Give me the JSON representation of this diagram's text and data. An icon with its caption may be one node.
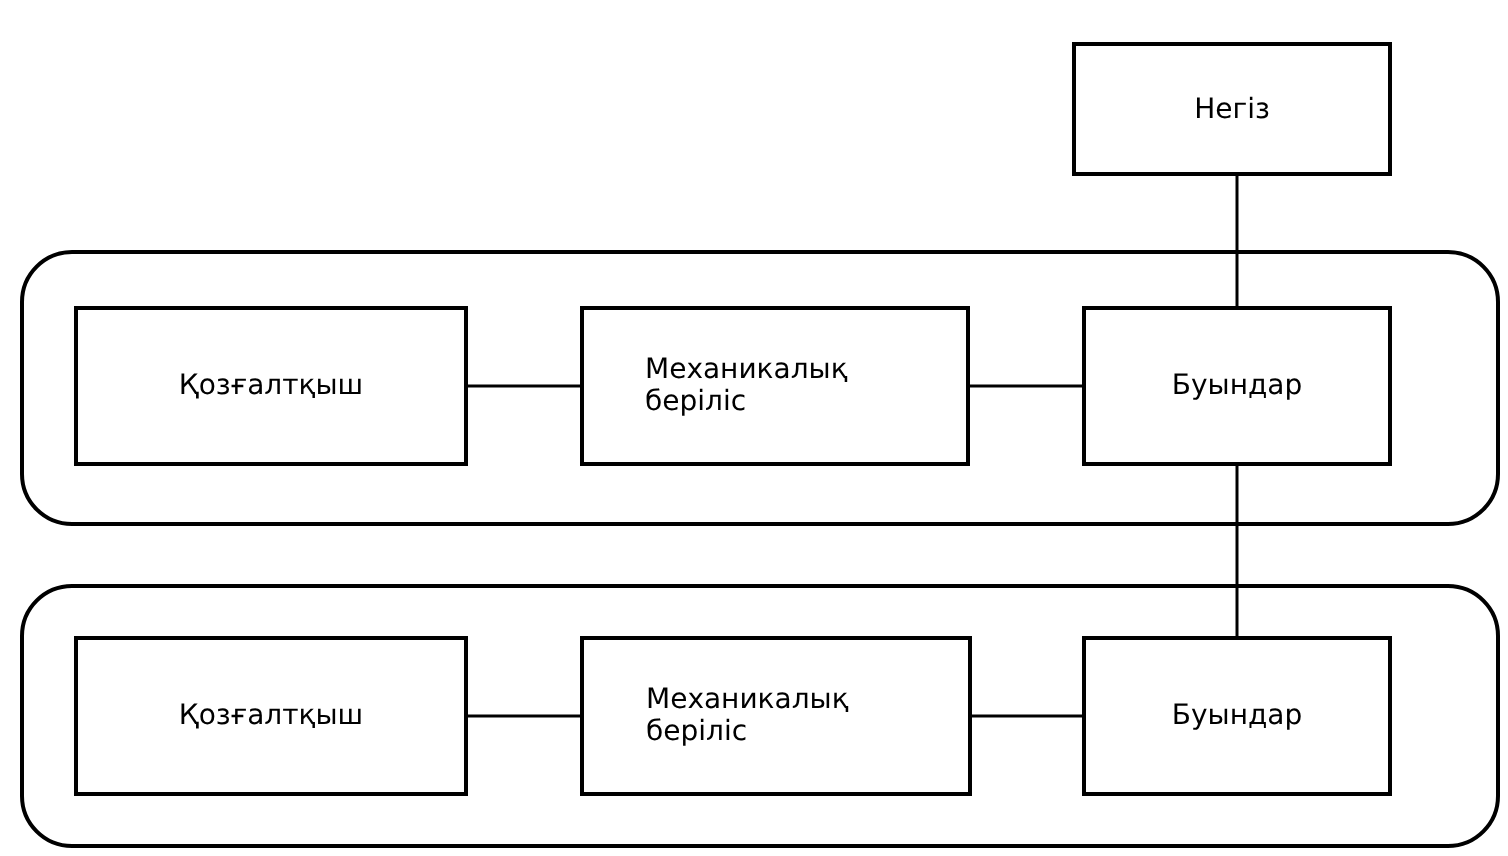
{
  "diagram": {
    "nodes": [
      {
        "text": [
          "Негіз"
        ]
      },
      {
        "text": [],
        "shape": "box"
      },
      {
        "text": [
          "Қозғалтқыш"
        ],
        "in": 1
      },
      {
        "text": [
          "Механикалық беріліс"
        ],
        "in": 1
      },
      {
        "text": [
          "Буындар"
        ],
        "in": 1
      },
      {
        "text": [],
        "shape": "box"
      },
      {
        "text": [
          "Қозғалтқыш"
        ],
        "in": 5
      },
      {
        "text": [
          "Механикалық беріліс"
        ],
        "in": 5
      },
      {
        "text": [
          "Буындар"
        ],
        "in": 5
      }
    ],
    "edges": [
      {
        "from": 0,
        "to": 4,
        "arrow": "none"
      },
      {
        "from": 2,
        "to": 3,
        "arrow": "none"
      },
      {
        "from": 3,
        "to": 4,
        "arrow": "none"
      },
      {
        "from": 4,
        "to": 8,
        "arrow": "none"
      },
      {
        "from": 6,
        "to": 7,
        "arrow": "none"
      },
      {
        "from": 7,
        "to": 8,
        "arrow": "none"
      }
    ]
  }
}
